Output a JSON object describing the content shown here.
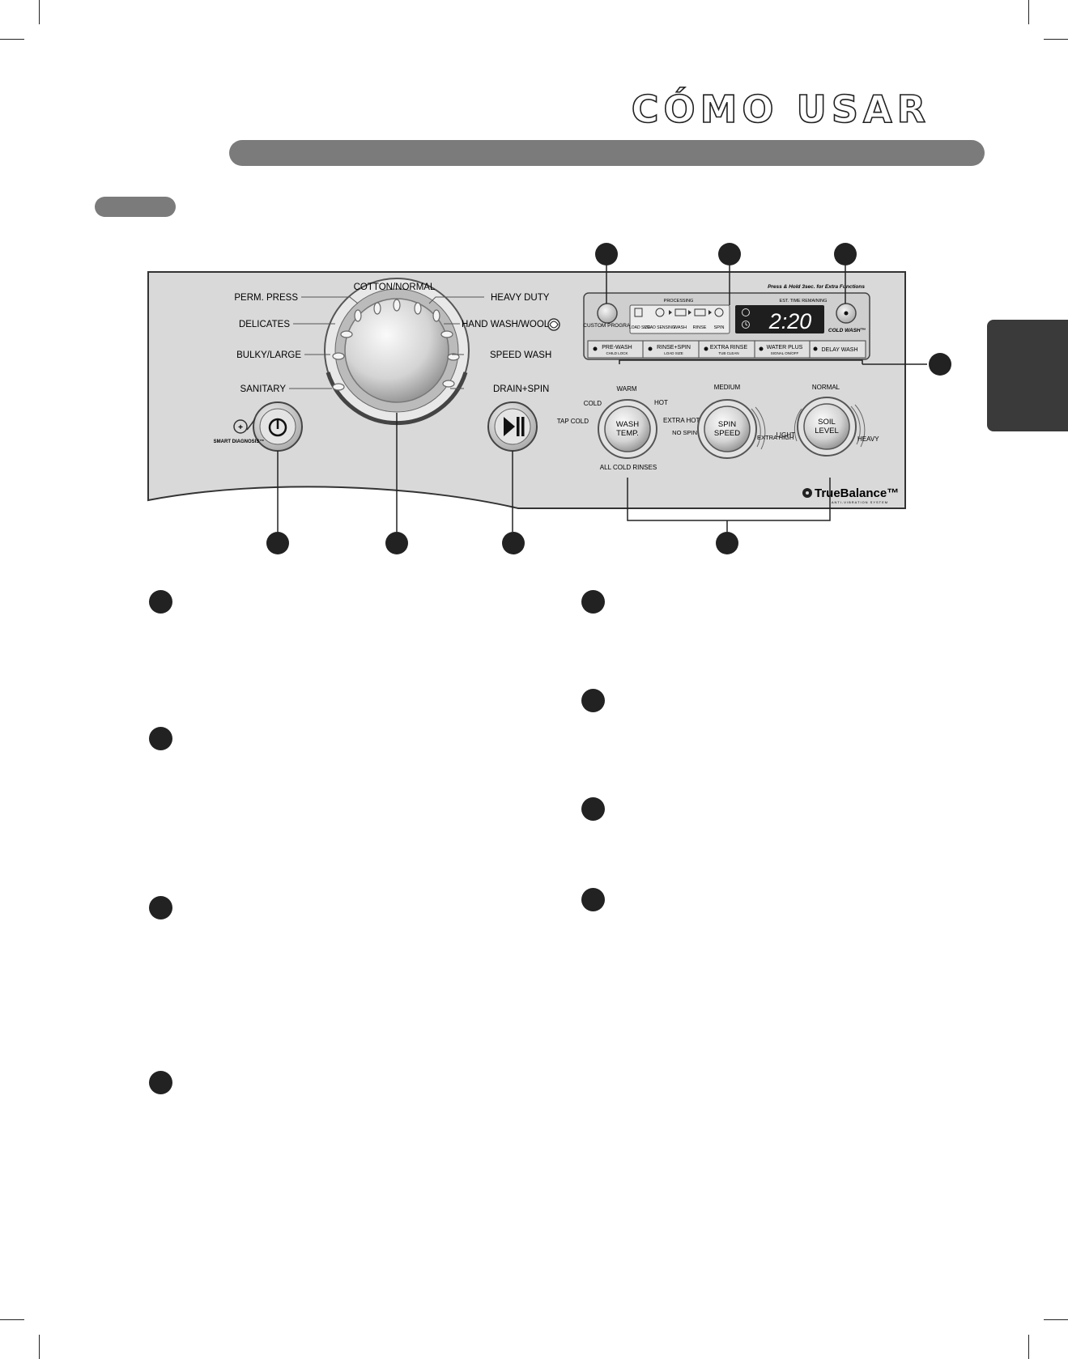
{
  "page": {
    "title": "CÓMO USAR"
  },
  "panel": {
    "cycles_left": [
      "PERM. PRESS",
      "DELICATES",
      "BULKY/LARGE",
      "SANITARY"
    ],
    "cycle_top": "COTTON/NORMAL",
    "cycles_right": [
      "HEAVY DUTY",
      "HAND WASH/WOOL",
      "SPEED WASH",
      "DRAIN+SPIN"
    ],
    "power_caption": "SMART DIAGNOSIS™",
    "custom_program": "CUSTOM PROGRAM",
    "processing": "PROCESSING",
    "est_time": "EST. TIME REMAINING",
    "press_hold": "Press & Hold 3sec. for Extra Functions",
    "stages": [
      "LOAD SIZE",
      "LOAD SENSING",
      "WASH",
      "RINSE",
      "SPIN"
    ],
    "time_display": "2:20",
    "cold_wash": "COLD WASH™",
    "options": [
      {
        "label": "PRE-WASH",
        "sub": "CHILD LOCK"
      },
      {
        "label": "RINSE+SPIN",
        "sub": "LOAD SIZE"
      },
      {
        "label": "EXTRA RINSE",
        "sub": "TUB CLEAN"
      },
      {
        "label": "WATER PLUS",
        "sub": "SIGNAL ON/OFF"
      },
      {
        "label": "DELAY WASH",
        "sub": ""
      }
    ],
    "wash_temp": {
      "label_line1": "WASH",
      "label_line2": "TEMP.",
      "levels": [
        "TAP COLD",
        "COLD",
        "WARM",
        "HOT",
        "EXTRA HOT"
      ],
      "bottom": "ALL COLD RINSES"
    },
    "spin_speed": {
      "label_line1": "SPIN",
      "label_line2": "SPEED",
      "top": "MEDIUM",
      "low": "NO SPIN",
      "high": "EXTRA HIGH"
    },
    "soil_level": {
      "label_line1": "SOIL",
      "label_line2": "LEVEL",
      "top": "NORMAL",
      "low": "LIGHT",
      "high": "HEAVY"
    },
    "brand": "TrueBalance™",
    "brand_sub": "ANTI-VIBRATION SYSTEM"
  }
}
